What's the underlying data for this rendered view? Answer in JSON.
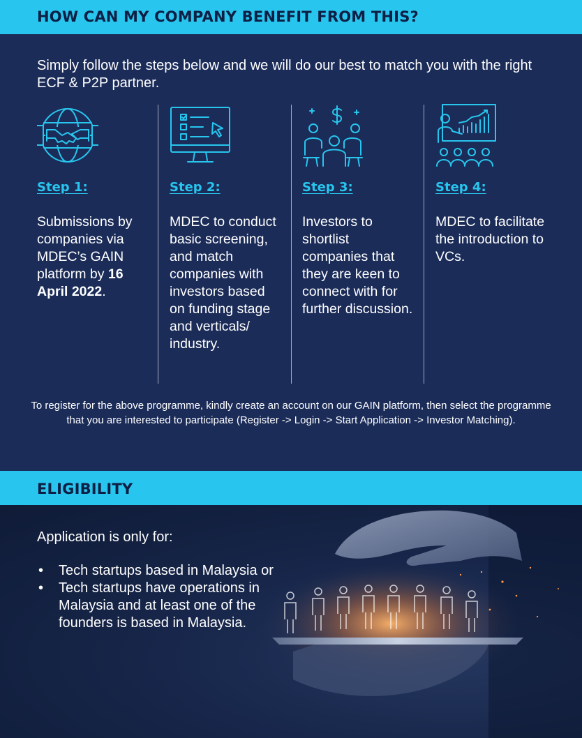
{
  "benefit": {
    "heading": "HOW CAN MY COMPANY BENEFIT FROM THIS?",
    "intro": "Simply follow the steps below and we will do our best to match you with the right ECF & P2P partner.",
    "steps": [
      {
        "title": "Step 1:",
        "icon": "global-handshake-icon",
        "body_before": "Submissions by companies via MDEC’s GAIN platform by ",
        "body_bold": "16 April 2022",
        "body_after": "."
      },
      {
        "title": "Step 2:",
        "icon": "monitor-checklist-icon",
        "body": "MDEC to conduct basic screening, and match companies with investors based on funding stage and verticals/ industry."
      },
      {
        "title": "Step 3:",
        "icon": "investors-meeting-icon",
        "body": "Investors to shortlist companies that they are keen to connect with for further discussion."
      },
      {
        "title": "Step 4:",
        "icon": "presentation-audience-icon",
        "body": "MDEC to facilitate the introduction to VCs."
      }
    ],
    "register_note": "To register for the above programme, kindly create an account on our GAIN platform, then select the programme that you are interested to participate (Register -> Login -> Start Application -> Investor Matching)."
  },
  "eligibility": {
    "heading": "ELIGIBILITY",
    "lead": "Application is only for:",
    "items": [
      "Tech startups based in Malaysia or",
      "Tech startups have operations in Malaysia and at least one of the founders is based in Malaysia."
    ]
  },
  "colors": {
    "accent": "#28c6ee",
    "navy": "#1b2c59",
    "heading_text": "#0d1f45"
  }
}
